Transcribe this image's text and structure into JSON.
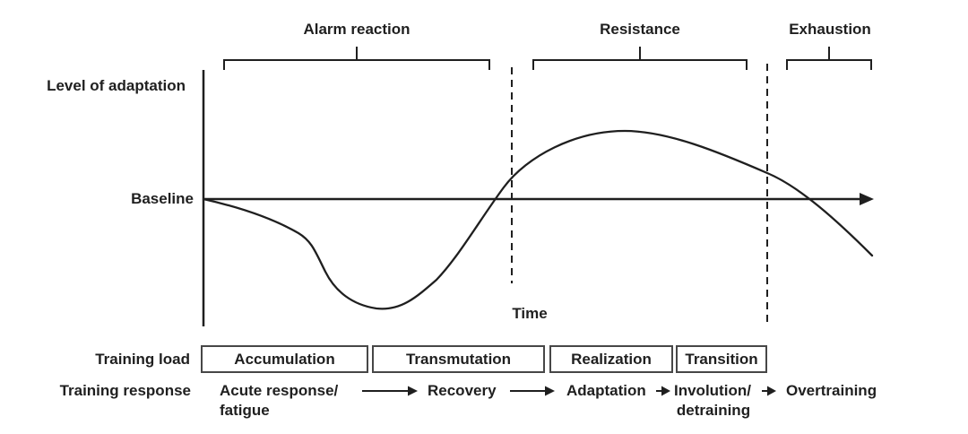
{
  "figure": {
    "phase_labels": {
      "alarm": "Alarm reaction",
      "resistance": "Resistance",
      "exhaustion": "Exhaustion"
    },
    "y_axis_label": "Level of adaptation",
    "baseline_label": "Baseline",
    "x_axis_label": "Time"
  },
  "training_load": {
    "row_label": "Training load",
    "boxes": [
      "Accumulation",
      "Transmutation",
      "Realization",
      "Transition"
    ]
  },
  "training_response": {
    "row_label": "Training response",
    "steps": [
      {
        "line1": "Acute response/",
        "line2": "fatigue"
      },
      {
        "line1": "Recovery"
      },
      {
        "line1": "Adaptation"
      },
      {
        "line1": "Involution/",
        "line2": "detraining"
      },
      {
        "line1": "Overtraining"
      }
    ]
  },
  "icons": {
    "flow_arrow": "right-arrow",
    "baseline_axis_arrow": "right-arrow"
  },
  "colors": {
    "ink": "#1f1f1f",
    "box_border": "#474747",
    "background": "#ffffff"
  }
}
